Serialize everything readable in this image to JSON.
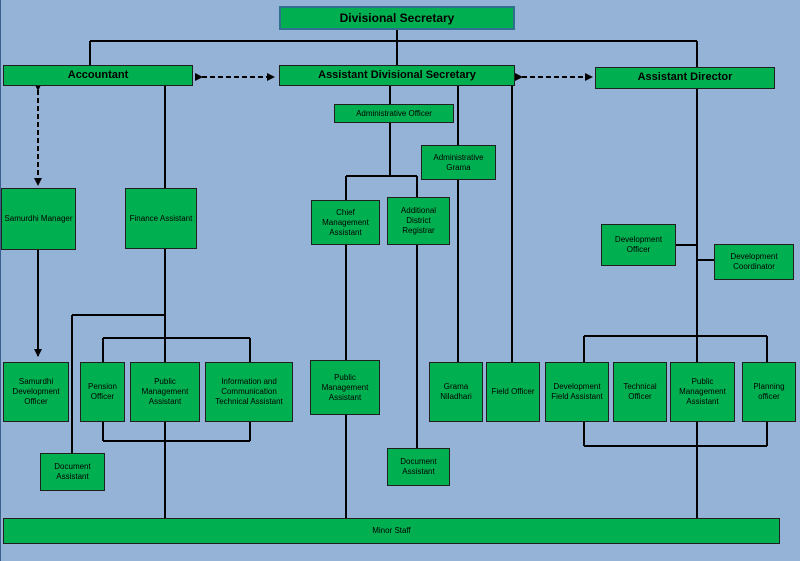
{
  "title": "Divisional Secretary",
  "roles": {
    "accountant": "Accountant",
    "assistant_divisional_secretary": "Assistant Divisional Secretary",
    "assistant_director": "Assistant Director",
    "administrative_officer": "Administrative Officer",
    "administrative_grama": "Administrative Grama",
    "samurdhi_manager": "Samurdhi Manager",
    "finance_assistant": "Finance Assistant",
    "chief_management_assistant": "Chief Management Assistant",
    "additional_district_registrar": "Additional District Registrar",
    "development_officer": "Development Officer",
    "development_coordinator": "Development Coordinator",
    "samurdhi_development_officer": "Samurdhi Development Officer",
    "pension_officer": "Pension Officer",
    "public_management_assistant_1": "Public Management Assistant",
    "ict_assistant": "Information and Communication Technical Assistant",
    "public_management_assistant_2": "Public Management Assistant",
    "grama_niladhari": "Grama Niladhari",
    "field_officer": "Field Officer",
    "development_field_assistant": "Development Field Assistant",
    "technical_officer": "Technical Officer",
    "public_management_assistant_3": "Public Management Assistant",
    "planning_officer": "Planning officer",
    "document_assistant_1": "Document Assistant",
    "document_assistant_2": "Document Assistant",
    "minor_staff": "Minor Staff"
  },
  "colors": {
    "background": "#95b3d7",
    "box_fill": "#00b050",
    "connector": "#000000"
  }
}
